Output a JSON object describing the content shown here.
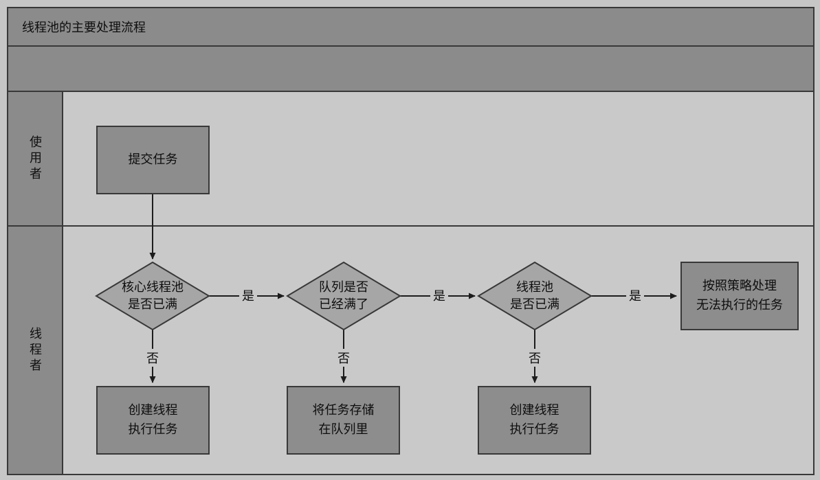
{
  "diagram_title": "线程池的主要处理流程",
  "lanes": [
    {
      "label": "使用者"
    },
    {
      "label": "线程者"
    }
  ],
  "nodes": [
    {
      "id": "submit-task",
      "type": "process",
      "text": "提交任务"
    },
    {
      "id": "core-pool-full",
      "type": "decision",
      "text": "核心线程池\n是否已满"
    },
    {
      "id": "queue-full",
      "type": "decision",
      "text": "队列是否\n已经满了"
    },
    {
      "id": "thread-pool-full",
      "type": "decision",
      "text": "线程池\n是否已满"
    },
    {
      "id": "policy-handle",
      "type": "process",
      "text": "按照策略处理\n无法执行的任务"
    },
    {
      "id": "create-thread-1",
      "type": "process",
      "text": "创建线程\n执行任务"
    },
    {
      "id": "store-in-queue",
      "type": "process",
      "text": "将任务存储\n在队列里"
    },
    {
      "id": "create-thread-2",
      "type": "process",
      "text": "创建线程\n执行任务"
    }
  ],
  "edge_labels": {
    "yes": "是",
    "no": "否"
  },
  "colors": {
    "header_fill": "#8b8b8b",
    "lane_body_fill": "#c9c9c9",
    "process_fill": "#8d8d8d",
    "decision_fill": "#a6a6a6",
    "border": "#383838",
    "arrow": "#1c1c1c"
  }
}
